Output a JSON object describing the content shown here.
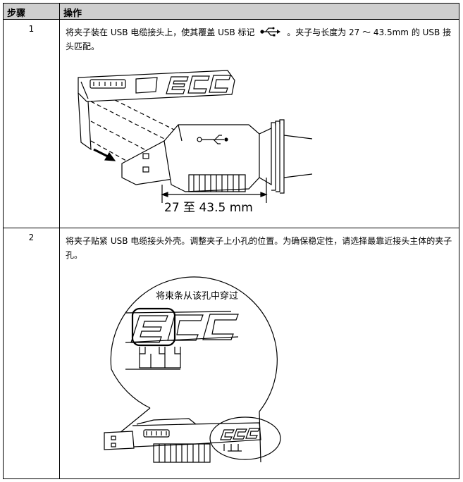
{
  "header": {
    "step": "步骤",
    "operation": "操作"
  },
  "rows": [
    {
      "step": "1",
      "text_a": "将夹子装在 USB 电缆接头上，使其覆盖 USB 标记",
      "text_b": "。夹子与长度为 27 ～ 43.5mm 的 USB 接头匹配。",
      "figure_label": "27 至 43.5 mm"
    },
    {
      "step": "2",
      "text": "将夹子贴紧 USB 电缆接头外壳。调整夹子上小孔的位置。为确保稳定性，请选择最靠近接头主体的夹子孔。",
      "figure_label": "将束条从该孔中穿过"
    }
  ]
}
